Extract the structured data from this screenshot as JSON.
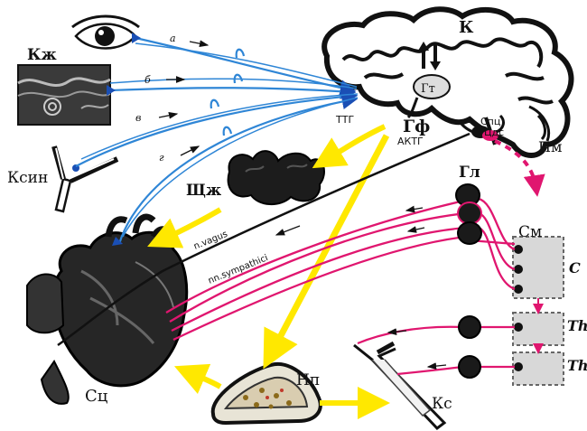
{
  "labels": {
    "cortex": "К",
    "hypothalamus": "Гт",
    "pituitary": "Гф",
    "ttg": "ТТГ",
    "aktg": "АКТГ",
    "spts": "Спц",
    "tsds": "Цдс",
    "medulla": "Пм",
    "skin": "Кж",
    "sinus": "Ксин",
    "thyroid": "Щж",
    "heart": "Сц",
    "adrenal": "Нп",
    "vessel": "Кс",
    "ganglion": "Гл",
    "spinal_cord": "См",
    "segment_c": "С",
    "segment_th1": "Th",
    "segment_th2": "Th",
    "vagus": "n.vagus",
    "sympathici": "nn.sympathici"
  },
  "afferent_letters": [
    "а",
    "б",
    "в",
    "г"
  ],
  "colors": {
    "afferent": "#2f86d6",
    "humoral": "#ffe800",
    "efferent": "#e0166f",
    "nerve_dark": "#111111"
  }
}
